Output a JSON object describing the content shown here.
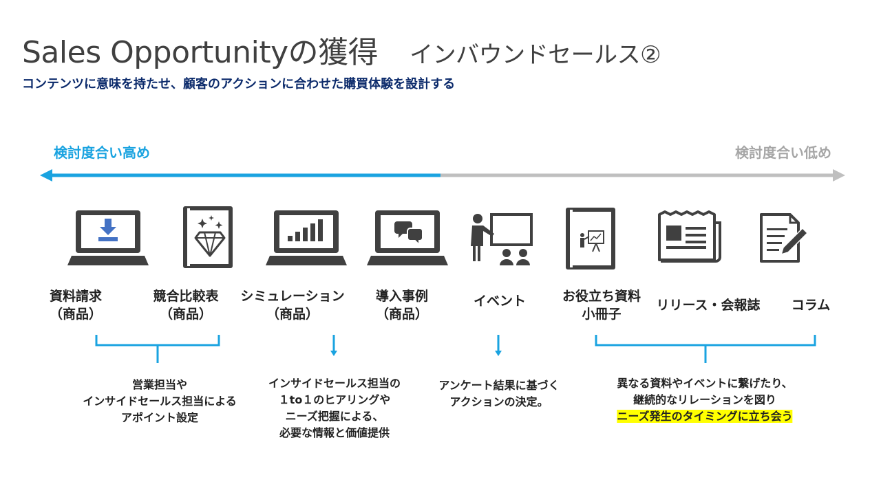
{
  "header": {
    "title": "Sales Opportunityの獲得",
    "title_sub": "インバウンドセールス②",
    "subtitle": "コンテンツに意味を持たせ、顧客のアクションに合わせた購買体験を設計する"
  },
  "scale": {
    "high_label": "検討度合い高め",
    "low_label": "検討度合い低め"
  },
  "items": [
    {
      "line1": "資料請求",
      "line2": "（商品）",
      "icon": "laptop-download-icon"
    },
    {
      "line1": "競合比較表",
      "line2": "（商品）",
      "icon": "book-diamond-icon"
    },
    {
      "line1": "シミュレーション",
      "line2": "（商品）",
      "icon": "laptop-chart-icon"
    },
    {
      "line1": "導入事例",
      "line2": "（商品）",
      "icon": "laptop-chat-icon"
    },
    {
      "line1": "イベント",
      "line2": "",
      "icon": "presenter-icon"
    },
    {
      "line1": "お役立ち資料",
      "line2": "小冊子",
      "icon": "book-presentation-icon"
    },
    {
      "line1": "リリース・会報誌",
      "line2": "",
      "icon": "newspaper-icon"
    },
    {
      "line1": "コラム",
      "line2": "",
      "icon": "document-pen-icon"
    }
  ],
  "notes": [
    {
      "lines": [
        "営業担当や",
        "インサイドセールス担当による",
        "アポイント設定"
      ]
    },
    {
      "lines": [
        "インサイドセールス担当の",
        "１to１のヒアリングや",
        "ニーズ把握による、",
        "必要な情報と価値提供"
      ]
    },
    {
      "lines": [
        "アンケート結果に基づく",
        "アクションの決定。"
      ]
    },
    {
      "lines": [
        "異なる資料やイベントに繋げたり、",
        "継続的なリレーションを図り",
        "ニーズ発生のタイミングに立ち会う"
      ]
    }
  ],
  "colors": {
    "accent": "#1aa3e0",
    "grey": "#bfbfbf",
    "icon": "#404040",
    "highlight": "#ffff00",
    "subtitle": "#0b2a6b"
  }
}
